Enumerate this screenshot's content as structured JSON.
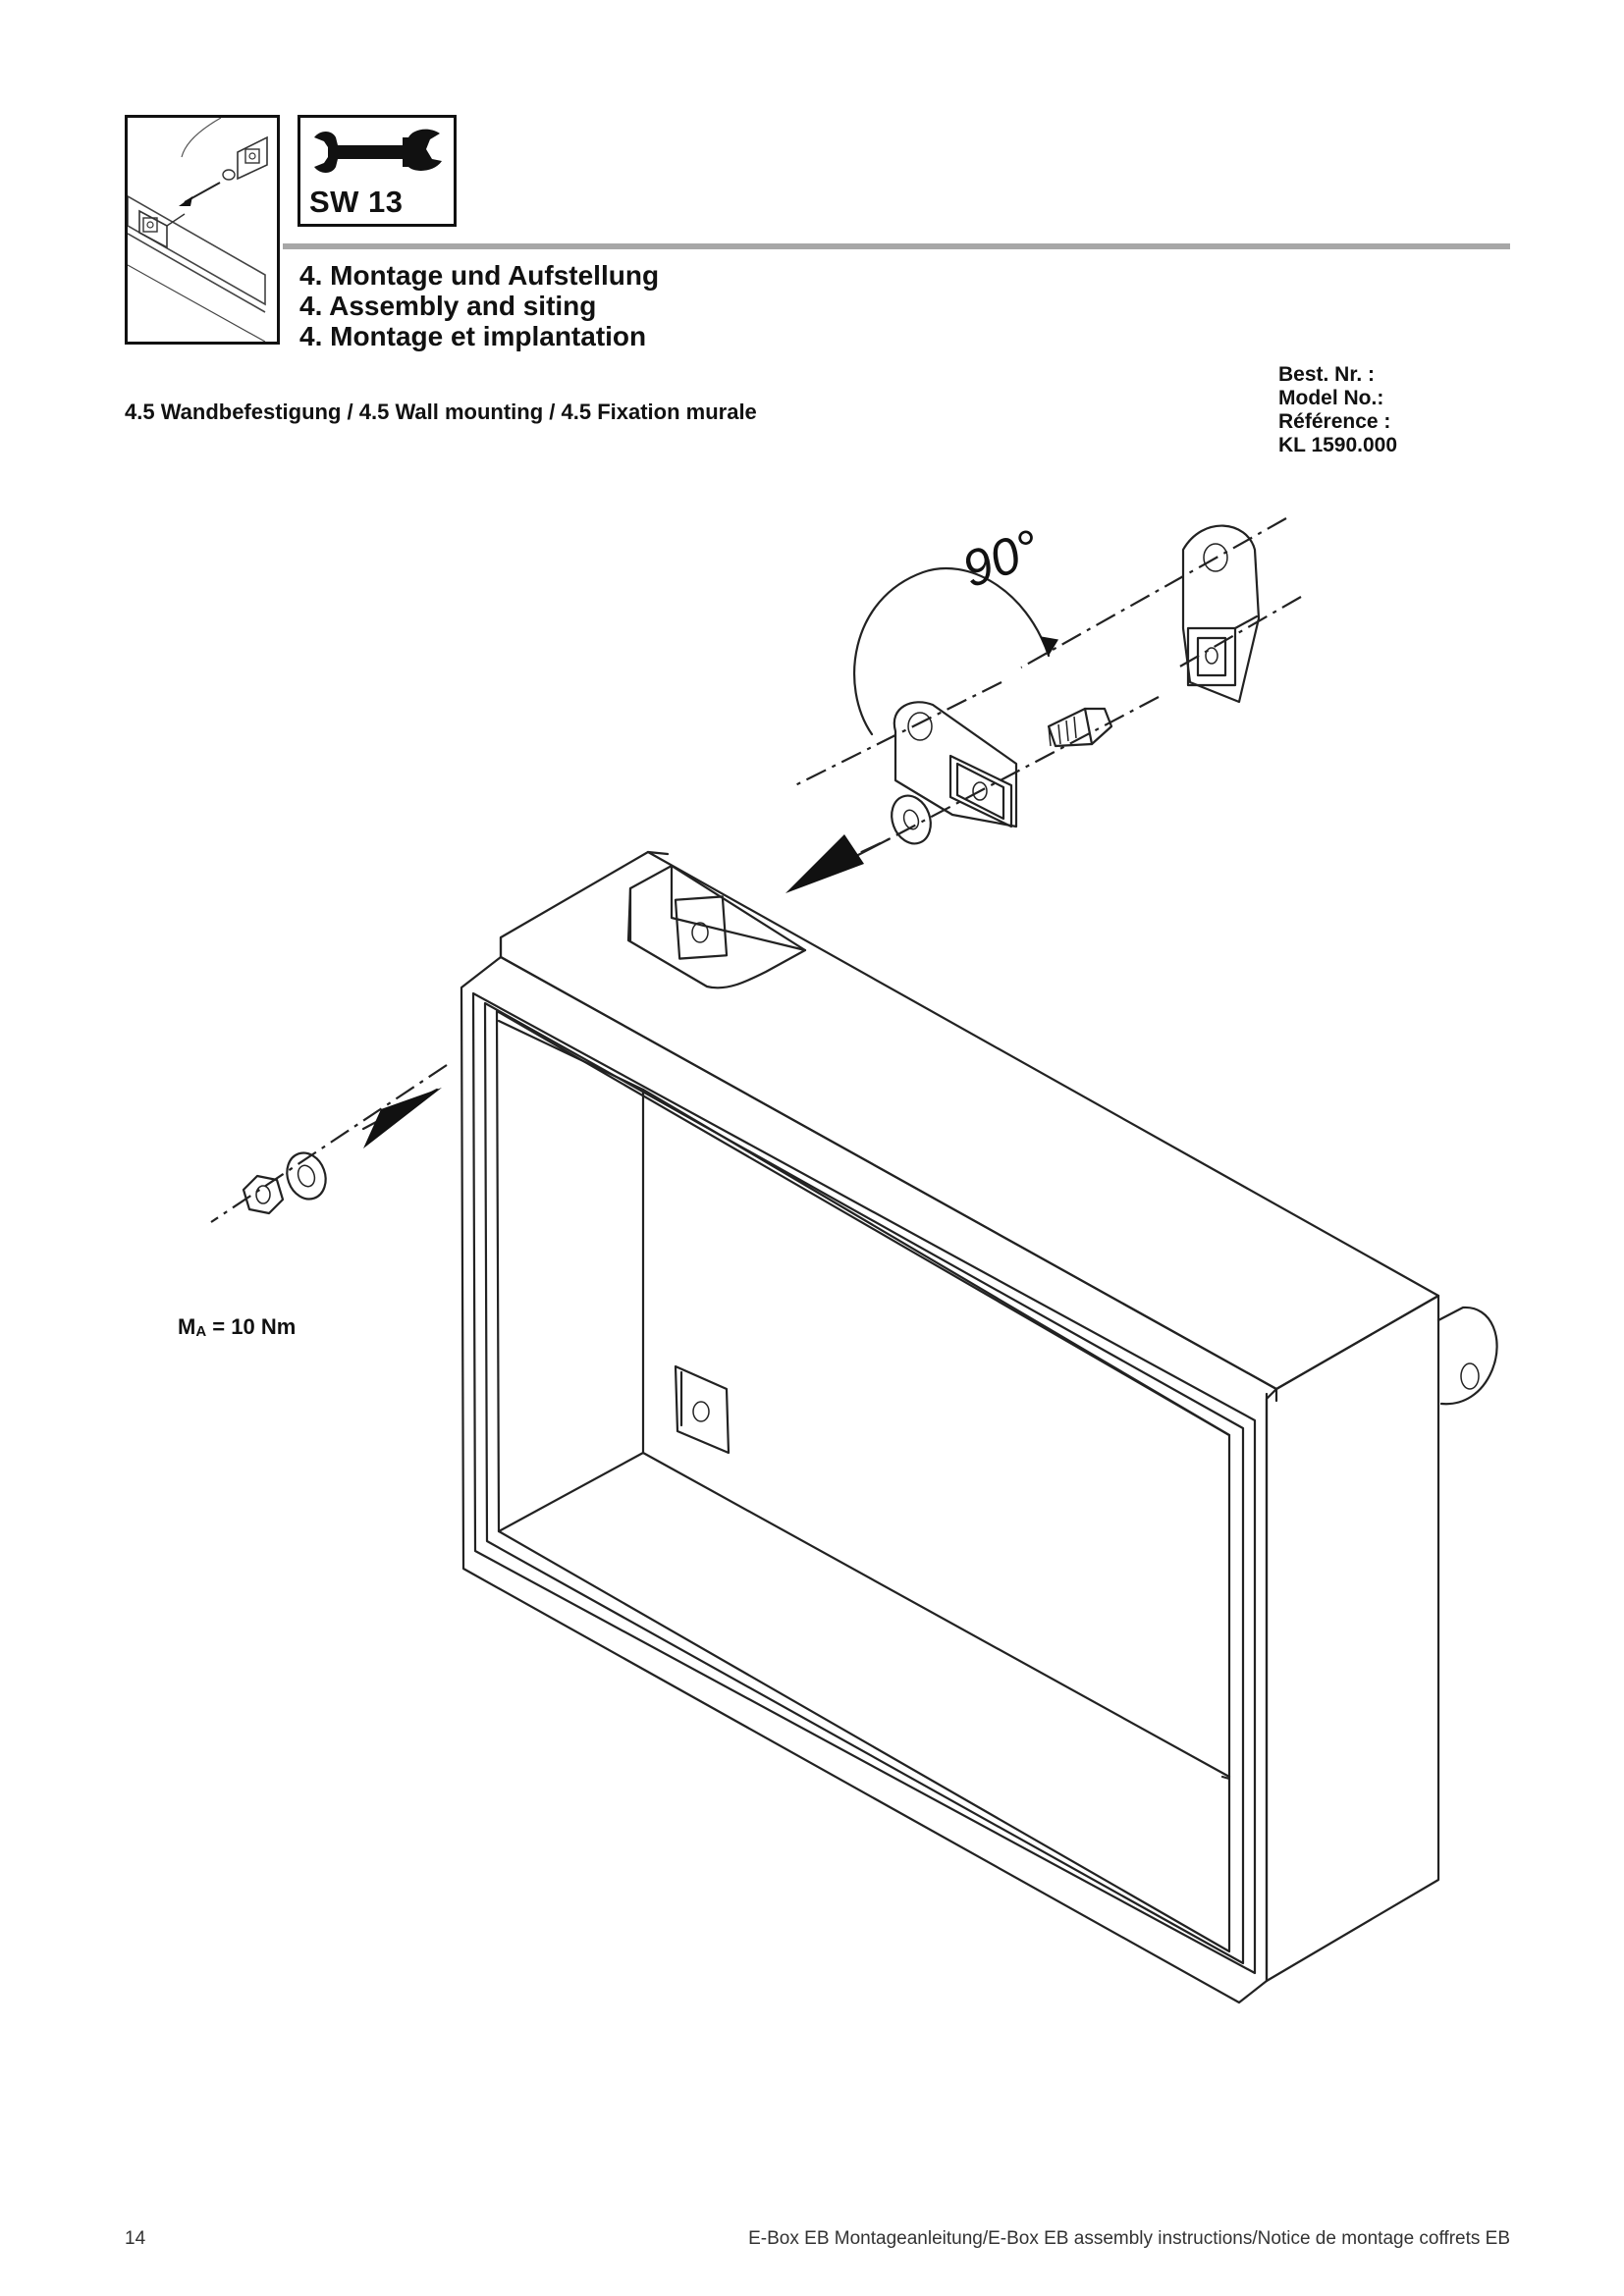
{
  "tool": {
    "icon": "wrench-icon",
    "label": "SW 13"
  },
  "section": {
    "headings": [
      "4. Montage und Aufstellung",
      "4. Assembly and siting",
      "4. Montage et implantation"
    ],
    "subheading": "4.5 Wandbefestigung / 4.5 Wall mounting / 4.5 Fixation murale"
  },
  "model_info": {
    "lines": [
      "Best. Nr. :",
      "Model No.:",
      "Référence :"
    ],
    "number": "KL 1590.000"
  },
  "drawing": {
    "angle_label": "90°",
    "torque_symbol": "M",
    "torque_subscript": "A",
    "torque_value": " = 10 Nm"
  },
  "footer": {
    "page_number": "14",
    "document_title": "E-Box EB Montageanleitung/E-Box EB assembly instructions/Notice de montage coffrets EB"
  }
}
